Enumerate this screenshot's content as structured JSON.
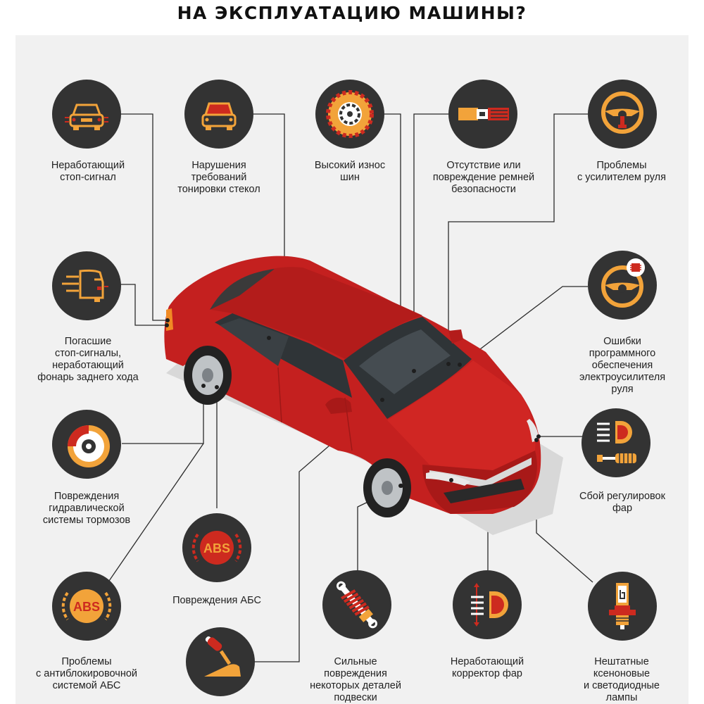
{
  "title": "НА ЭКСПЛУАТАЦИЮ МАШИНЫ?",
  "colors": {
    "icon_bg": "#333333",
    "accent_orange": "#f2a33a",
    "accent_red": "#cd2a1f",
    "car_red": "#c4201f",
    "panel": "#f1f1f1"
  },
  "items": [
    {
      "name": "brake-light",
      "icon": "car-rear-icon",
      "label": "Неработающий\nстоп-сигнал"
    },
    {
      "name": "tint",
      "icon": "car-tinted-window-icon",
      "label": "Нарушения\nтребований\nтонировки стекол"
    },
    {
      "name": "tires",
      "icon": "tire-icon",
      "label": "Высокий износ\nшин"
    },
    {
      "name": "seatbelt",
      "icon": "seatbelt-icon",
      "label": "Отсутствие или\nповреждение ремней\nбезопасности"
    },
    {
      "name": "power-steering",
      "icon": "steering-wheel-icon",
      "label": "Проблемы\nс усилителем руля"
    },
    {
      "name": "rear-lights",
      "icon": "car-side-lights-icon",
      "label": "Погасшие\nстоп-сигналы,\nнеработающий\nфонарь заднего хода"
    },
    {
      "name": "eps-software",
      "icon": "steering-chip-icon",
      "label": "Ошибки\nпрограммного\nобеспечения\nэлектроусилителя\nруля"
    },
    {
      "name": "hydraulic-brakes",
      "icon": "brake-disc-icon",
      "label": "Повреждения\nгидравлической\nсистемы тормозов"
    },
    {
      "name": "headlight-adjust",
      "icon": "headlight-adjust-icon",
      "label": "Сбой регулировок\nфар"
    },
    {
      "name": "abs-damage",
      "icon": "abs-red-icon",
      "label": "Повреждения АБС",
      "icon_text": "ABS"
    },
    {
      "name": "abs-problems",
      "icon": "abs-orange-icon",
      "label": "Проблемы\nс антиблокировочной\nсистемой АБС",
      "icon_text": "ABS"
    },
    {
      "name": "pedal",
      "icon": "brake-pedal-icon",
      "label": ""
    },
    {
      "name": "suspension",
      "icon": "shock-absorber-icon",
      "label": "Сильные\nповреждения\nнекоторых деталей\nподвески"
    },
    {
      "name": "headlight-corrector",
      "icon": "headlight-leveler-icon",
      "label": "Неработающий\nкорректор фар"
    },
    {
      "name": "xenon-bulbs",
      "icon": "xenon-bulb-icon",
      "label": "Нештатные\nксеноновые\nи светодиодные\nлампы"
    }
  ]
}
